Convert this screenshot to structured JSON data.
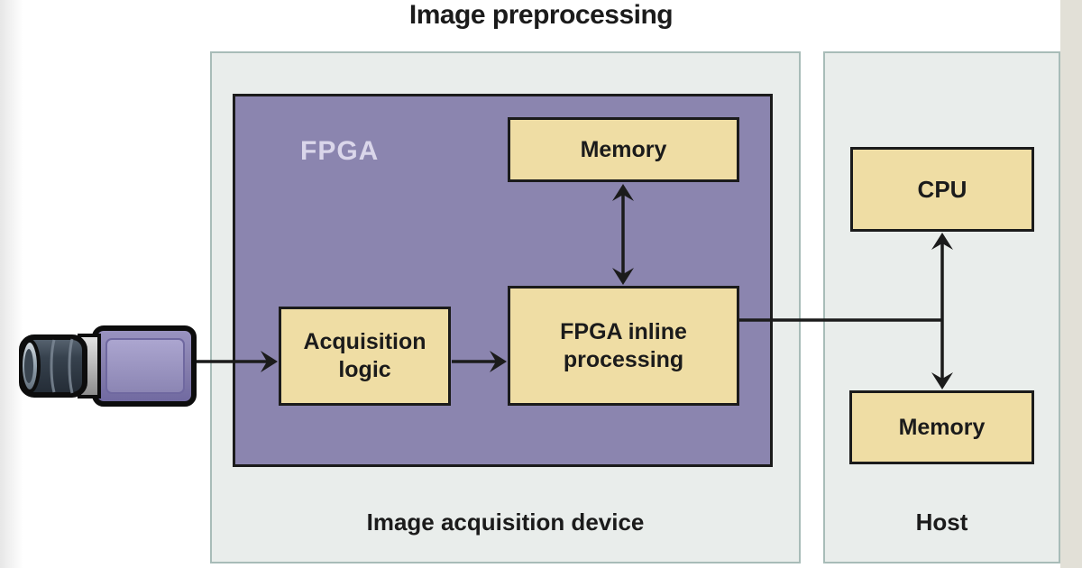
{
  "title": "Image preprocessing",
  "panels": {
    "acquisition": {
      "caption": "Image acquisition device"
    },
    "host": {
      "caption": "Host"
    }
  },
  "fpga": {
    "label": "FPGA"
  },
  "nodes": {
    "fpga_memory": {
      "label": "Memory"
    },
    "acquisition_logic": {
      "line1": "Acquisition",
      "line2": "logic"
    },
    "inline_processing": {
      "line1": "FPGA inline",
      "line2": "processing"
    },
    "cpu": {
      "label": "CPU"
    },
    "host_memory": {
      "label": "Memory"
    }
  },
  "icons": {
    "camera": "camera-icon"
  },
  "colors": {
    "page_bg": "#ffffff",
    "left_strip": "#e7e7e7",
    "right_strip": "#e2e0d7",
    "panel_fill": "#e9edeb",
    "panel_border": "#a8bcb8",
    "purple_fill": "#8b85af",
    "box_border": "#1b1b1b",
    "node_fill": "#efdda4",
    "line": "#1b1b1b",
    "text": "#1b1b1b",
    "fpga_label_text": "#dad6ea"
  }
}
